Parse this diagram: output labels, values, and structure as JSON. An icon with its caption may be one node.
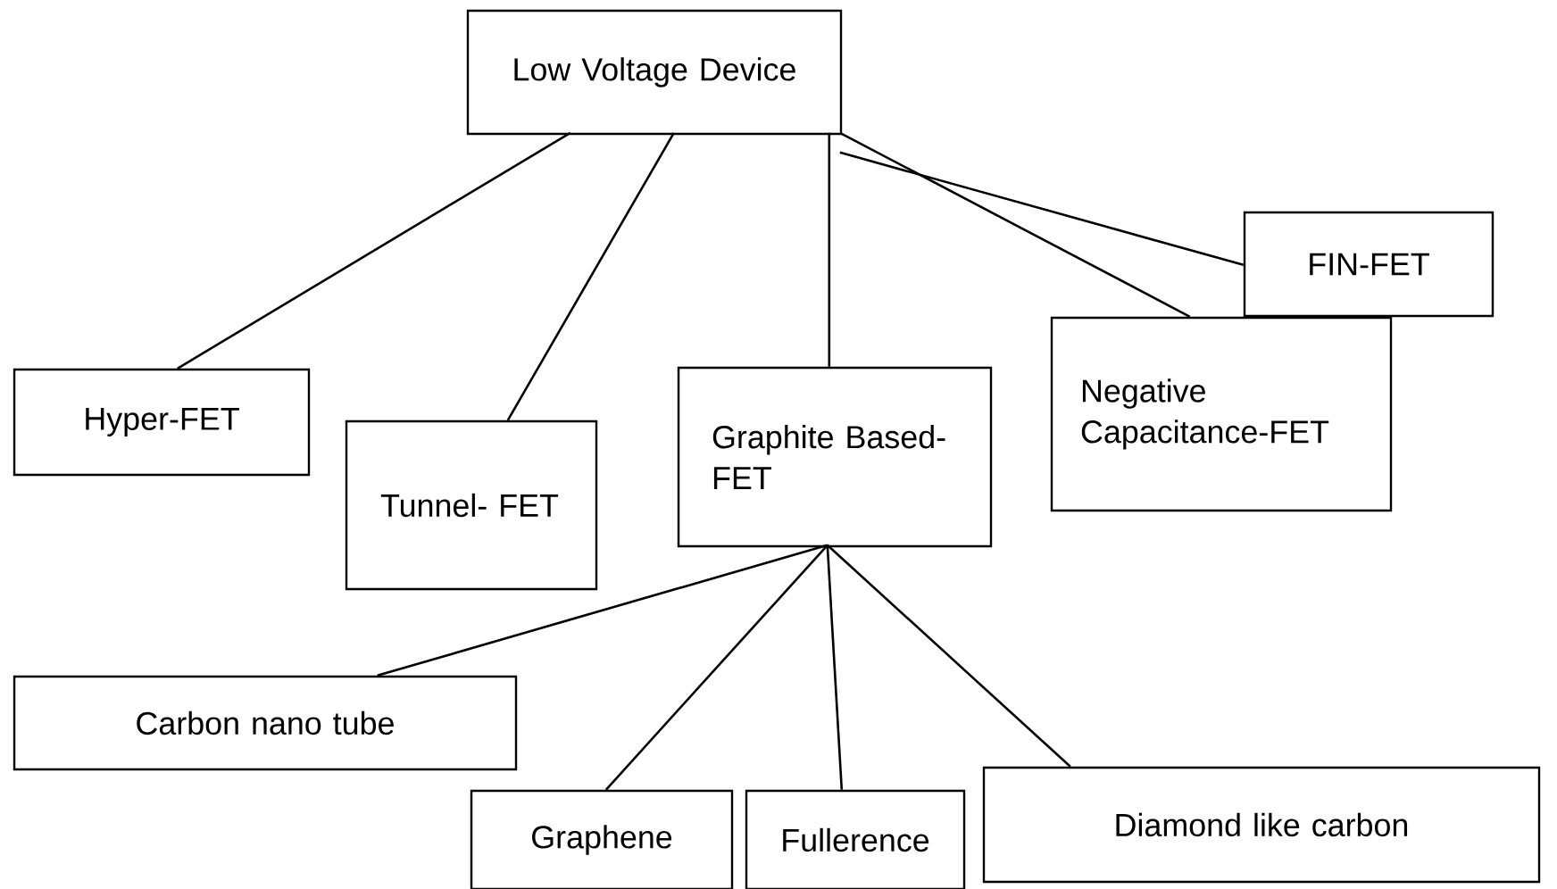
{
  "diagram": {
    "nodes": [
      {
        "text": [
          "Low Voltage Device"
        ]
      },
      {
        "text": [
          "Hyper-FET"
        ]
      },
      {
        "text": [
          "Tunnel- FET"
        ]
      },
      {
        "text": [
          "Graphite Based-FET"
        ]
      },
      {
        "text": [
          "Negative Capacitance-FET"
        ]
      },
      {
        "text": [
          "FIN-FET"
        ]
      },
      {
        "text": [
          "Carbon nano tube"
        ]
      },
      {
        "text": [
          "Graphene"
        ]
      },
      {
        "text": [
          "Fullerence"
        ]
      },
      {
        "text": [
          "Diamond like carbon"
        ]
      }
    ],
    "edges": [
      {
        "from": 0,
        "to": 1,
        "arrow": "none"
      },
      {
        "from": 0,
        "to": 2,
        "arrow": "none"
      },
      {
        "from": 0,
        "to": 3,
        "arrow": "none"
      },
      {
        "from": 0,
        "to": 4,
        "arrow": "none"
      },
      {
        "from": 0,
        "to": 5,
        "arrow": "none"
      },
      {
        "from": 3,
        "to": 6,
        "arrow": "none"
      },
      {
        "from": 3,
        "to": 7,
        "arrow": "none"
      },
      {
        "from": 3,
        "to": 8,
        "arrow": "none"
      },
      {
        "from": 3,
        "to": 9,
        "arrow": "none"
      }
    ]
  }
}
